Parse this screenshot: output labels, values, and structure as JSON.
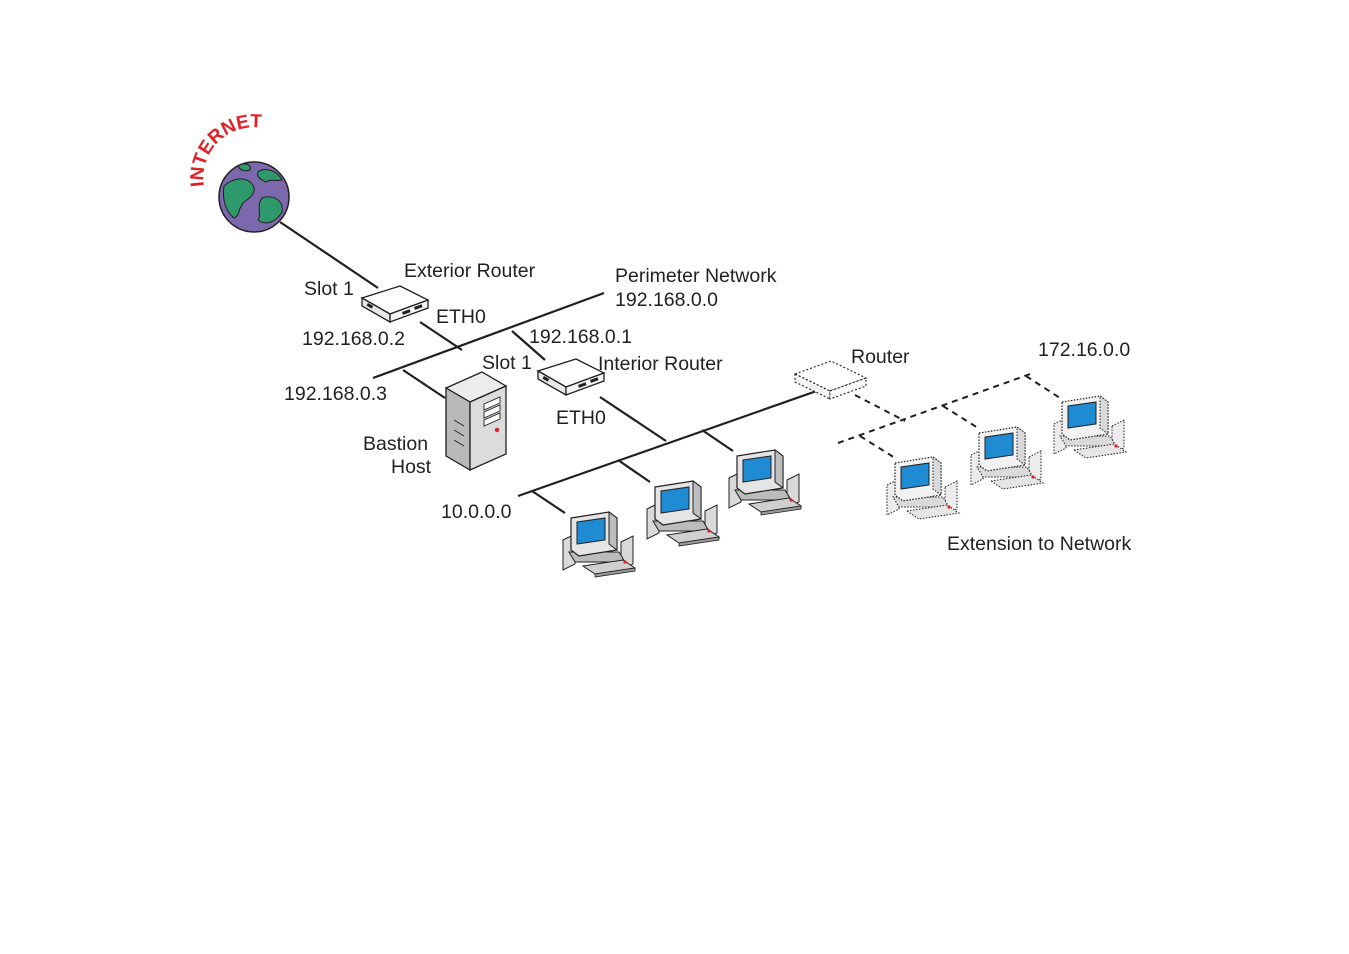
{
  "internet": {
    "label": "INTERNET"
  },
  "exterior_router": {
    "label": "Exterior Router",
    "slot": "Slot 1",
    "eth": "ETH0",
    "ip": "192.168.0.2"
  },
  "perimeter": {
    "label": "Perimeter Network",
    "ip": "192.168.0.0"
  },
  "interior_router": {
    "label": "Interior Router",
    "slot": "Slot 1",
    "eth": "ETH0",
    "ip": "192.168.0.1"
  },
  "bastion": {
    "ip": "192.168.0.3",
    "label_line1": "Bastion",
    "label_line2": "Host"
  },
  "internal": {
    "ip": "10.0.0.0"
  },
  "extension": {
    "router_label": "Router",
    "ip": "172.16.0.0",
    "label": "Extension to Network"
  },
  "colors": {
    "globe_ocean": "#7c68ad",
    "globe_land": "#2e9a6b",
    "screen": "#1e8bd3",
    "internet_text": "#e31e26"
  }
}
